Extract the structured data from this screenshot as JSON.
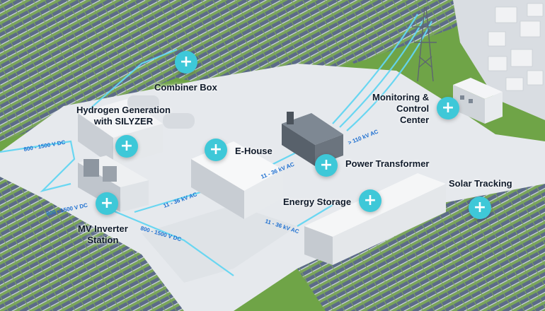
{
  "colors": {
    "grass": "#5f9a3a",
    "grass_light": "#7ab34d",
    "panel": "#5b6b86",
    "pavement": "#e3e6ea",
    "hotspot": "#3ec8d8",
    "cable": "#63d6f2",
    "voltage_text": "#1d6fd0"
  },
  "hotspots": [
    {
      "id": "combiner-box",
      "label": "Combiner Box",
      "icon": "plus-icon"
    },
    {
      "id": "hydrogen",
      "label_line1": "Hydrogen Generation",
      "label_line2": "with SILYZER",
      "icon": "plus-icon"
    },
    {
      "id": "e-house",
      "label": "E-House",
      "icon": "plus-icon"
    },
    {
      "id": "monitoring",
      "label_line1": "Monitoring &",
      "label_line2": "Control",
      "label_line3": "Center",
      "icon": "plus-icon"
    },
    {
      "id": "power-transformer",
      "label": "Power Transformer",
      "icon": "plus-icon"
    },
    {
      "id": "energy-storage",
      "label": "Energy Storage",
      "icon": "plus-icon"
    },
    {
      "id": "solar-tracking",
      "label": "Solar Tracking",
      "icon": "plus-icon"
    },
    {
      "id": "mv-inverter",
      "label_line1": "MV Inverter",
      "label_line2": "Station",
      "icon": "plus-icon"
    }
  ],
  "voltage_labels": {
    "dc_1": "800 - 1500 V DC",
    "dc_2": "800 - 1500 V DC",
    "dc_3": "800 - 1500 V DC",
    "ac_1": "11 - 36 kV AC",
    "ac_2": "11 - 36 kV AC",
    "ac_3": "11 - 36 kV AC",
    "hv": "> 110 kV AC"
  }
}
